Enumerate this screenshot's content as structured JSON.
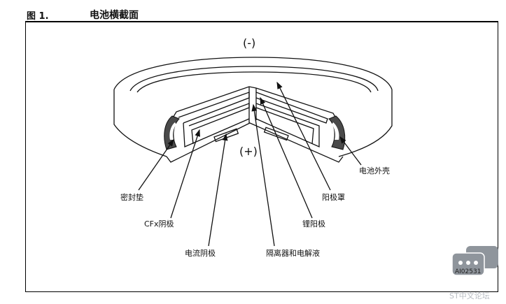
{
  "figure": {
    "number": "图 1.",
    "title": "电池横截面"
  },
  "diagram": {
    "negative_sign": "(-)",
    "positive_sign": "(+)",
    "labels": {
      "seal": "密封垫",
      "cfx_cathode": "CFx阴极",
      "current_collector": "电流阴极",
      "separator_electrolyte": "隔离器和电解液",
      "lithium_anode": "锂阳极",
      "anode_cap": "阳极罩",
      "battery_case": "电池外壳"
    }
  },
  "code": "AI02531",
  "watermark": "ST中文论坛",
  "colors": {
    "line": "#111111",
    "shade": "#4a4a4a",
    "badge": "#8f959c"
  }
}
